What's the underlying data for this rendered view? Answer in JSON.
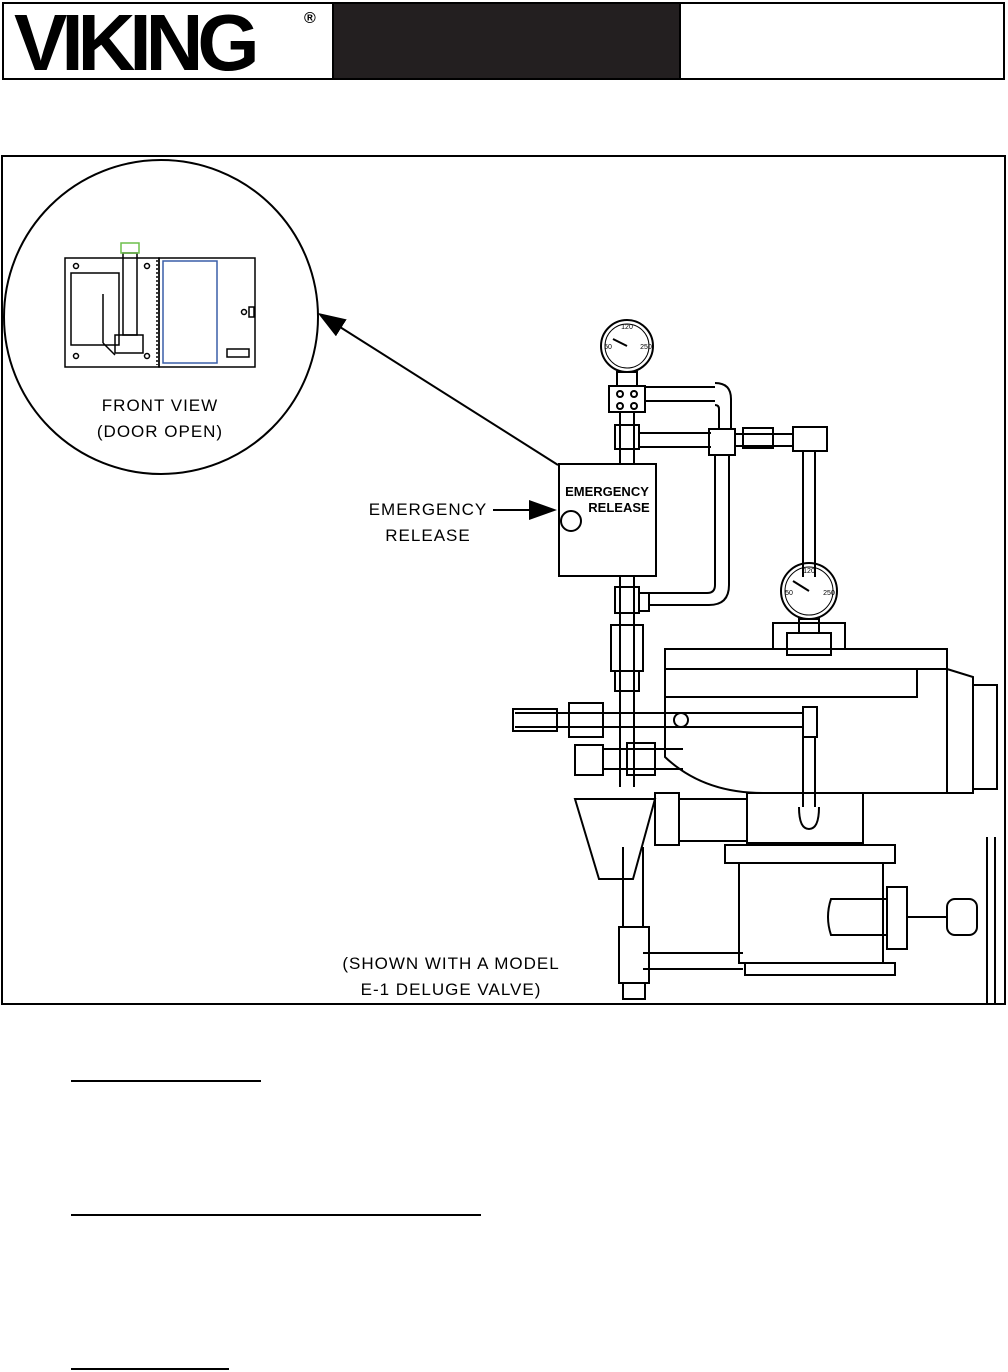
{
  "header": {
    "brand": "VIKING",
    "registered_mark": "®"
  },
  "figure": {
    "detail_caption_line1": "FRONT VIEW",
    "detail_caption_line2": "(DOOR OPEN)",
    "callout_line1": "EMERGENCY",
    "callout_line2": "RELEASE",
    "box_label_line1": "EMERGENCY",
    "box_label_line2": "RELEASE",
    "note_line1": "(SHOWN WITH A MODEL",
    "note_line2": "E-1 DELUGE VALVE)",
    "gauge_top_ticks": [
      "120",
      "50",
      "250"
    ],
    "gauge_bottom_ticks": [
      "120",
      "50",
      "250"
    ]
  },
  "colors": {
    "ink": "#000000",
    "band": "#231f20",
    "accent_green": "#6dbf4b",
    "accent_blue": "#3a5fa8"
  }
}
